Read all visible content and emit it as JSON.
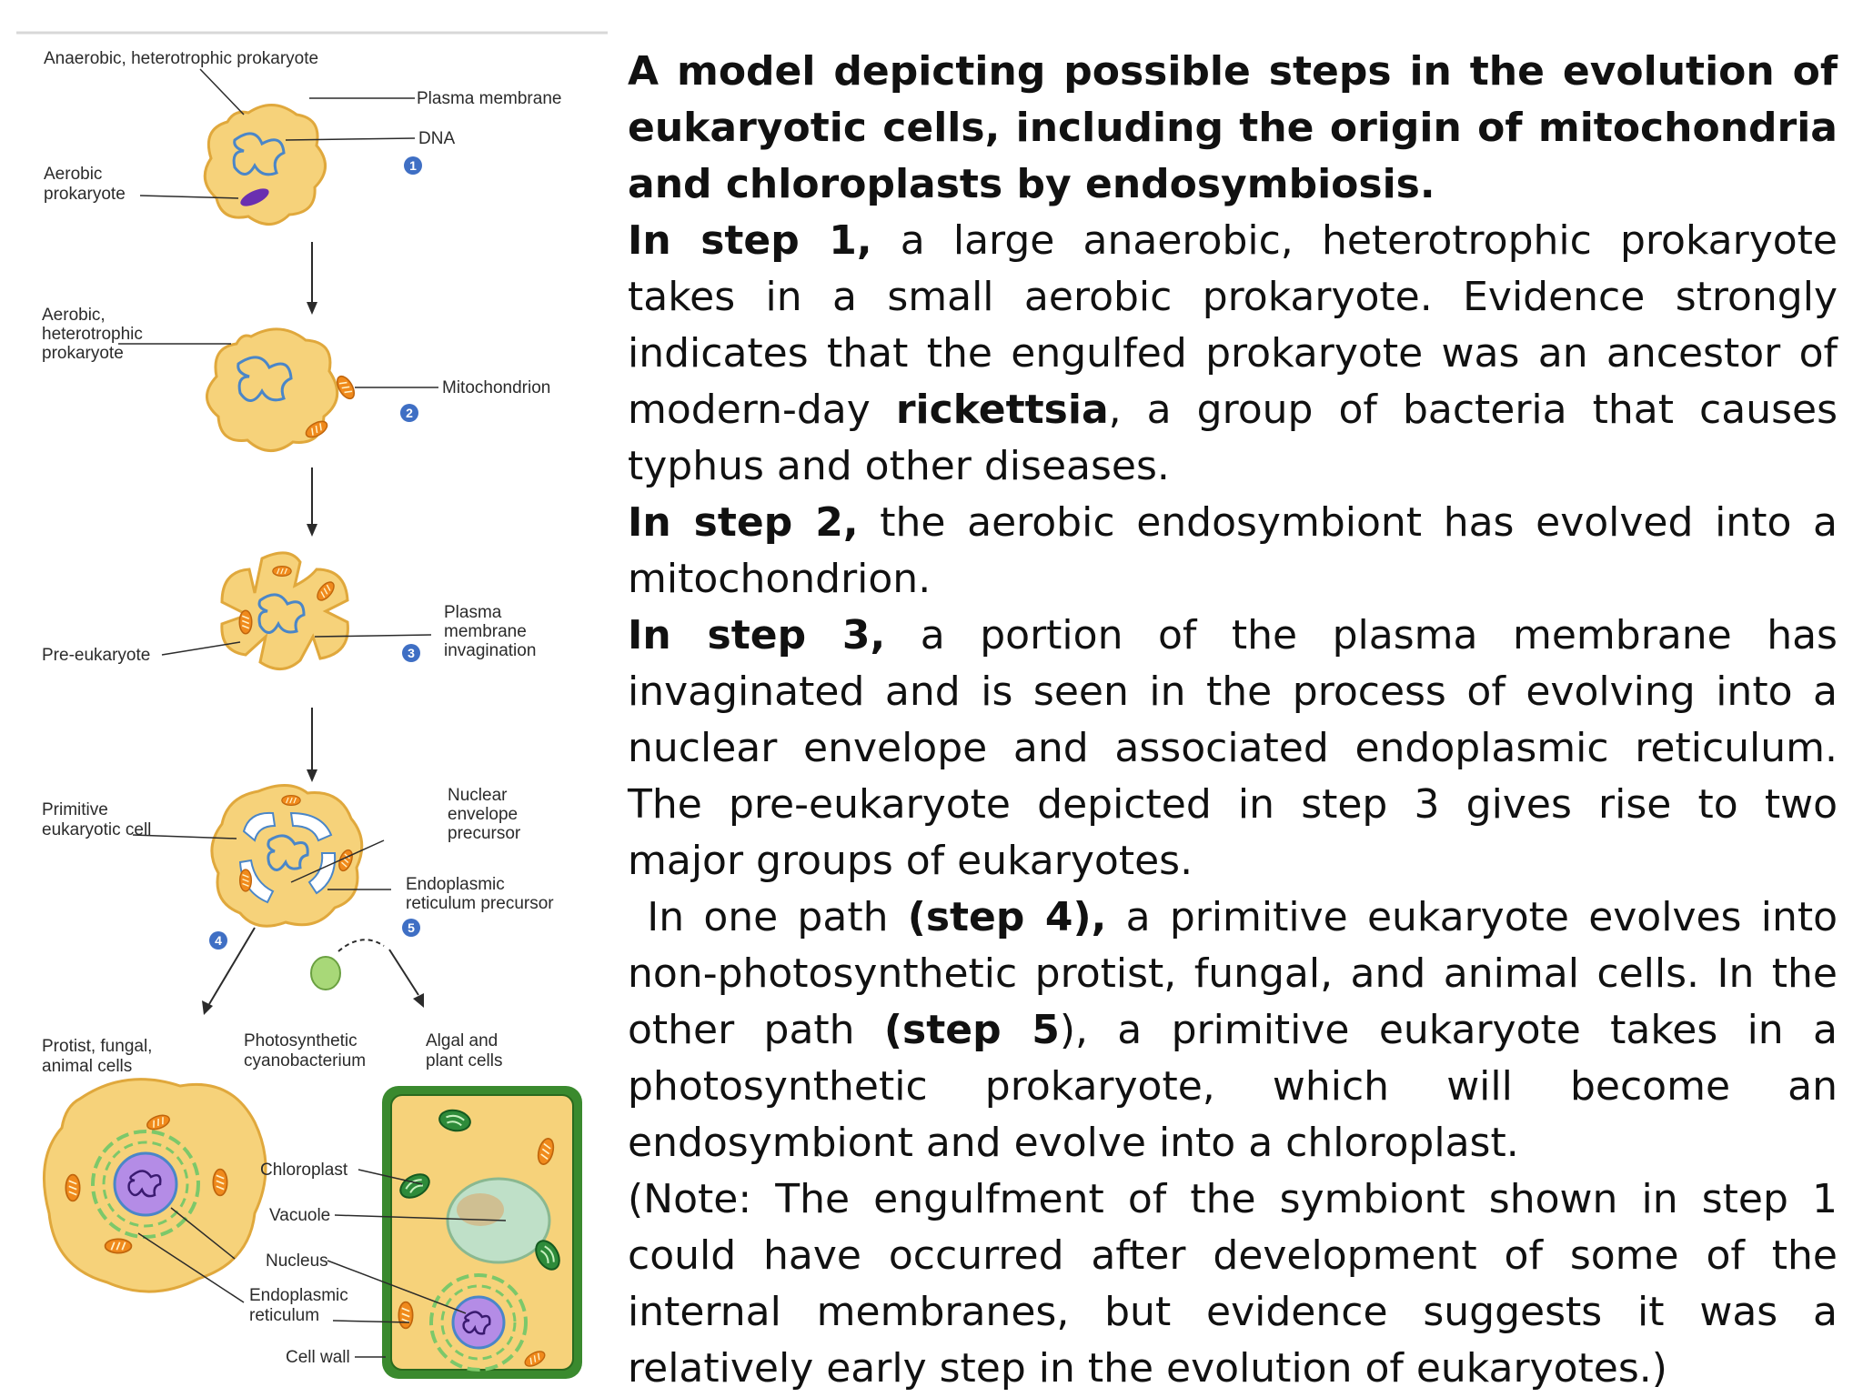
{
  "description": {
    "title": "A model depicting possible steps in the evolution of eukaryotic cells, including the origin of mitochondria and chloroplasts by endosymbiosis.",
    "p1_lead": "In step 1,",
    "p1_a": " a large anaerobic, heterotrophic prokaryote takes in a small aerobic prokaryote. Evidence strongly indicates that the engulfed prokaryote was an ancestor of modern-day ",
    "p1_bold": "rickettsia",
    "p1_b": ", a group of bacteria that causes typhus and other diseases.",
    "p2_lead": "In step 2,",
    "p2_a": " the aerobic endosymbiont has evolved into a mitochondrion.",
    "p3_lead": "In step 3,",
    "p3_a": " a portion of the plasma membrane has invaginated and is seen in the process of evolving into a nuclear envelope and associated endoplasmic reticulum. The pre-eukaryote depicted in step 3 gives rise to two major groups of eukaryotes.",
    "p4_a": " In one path ",
    "p4_bold1": "(step 4),",
    "p4_b": " a primitive eukaryote evolves into non-photosynthetic protist, fungal, and animal cells. In the other path ",
    "p4_bold2": "(step 5",
    "p4_c": "), a primitive eukaryote takes in a photosynthetic prokaryote, which will become an endosymbiont and evolve into a chloroplast.",
    "p5": "(Note: The engulfment of the symbiont shown in step 1 could have occurred after development of some of the internal membranes, but evidence suggests it was a relatively early step in the evolution of eukaryotes.)"
  },
  "figure": {
    "labels": {
      "anaerobic": "Anaerobic, heterotrophic prokaryote",
      "plasma_membrane": "Plasma membrane",
      "dna": "DNA",
      "aerobic_1": "Aerobic",
      "aerobic_2": "prokaryote",
      "aht_1": "Aerobic,",
      "aht_2": "heterotrophic",
      "aht_3": "prokaryote",
      "mitochondrion": "Mitochondrion",
      "pm_inv_1": "Plasma",
      "pm_inv_2": "membrane",
      "pm_inv_3": "invagination",
      "pre_eukaryote": "Pre-eukaryote",
      "primitive_1": "Primitive",
      "primitive_2": "eukaryotic cell",
      "nep_1": "Nuclear",
      "nep_2": "envelope",
      "nep_3": "precursor",
      "erp_1": "Endoplasmic",
      "erp_2": "reticulum precursor",
      "protist_1": "Protist, fungal,",
      "protist_2": "animal cells",
      "photo_1": "Photosynthetic",
      "photo_2": "cyanobacterium",
      "algal_1": "Algal and",
      "algal_2": "plant cells",
      "chloroplast": "Chloroplast",
      "vacuole": "Vacuole",
      "nucleus": "Nucleus",
      "er_1": "Endoplasmic",
      "er_2": "reticulum",
      "cell_wall": "Cell wall"
    },
    "step_numbers": [
      "1",
      "2",
      "3",
      "4",
      "5"
    ],
    "colors": {
      "cytoplasm": "#f6d27a",
      "cell_outline": "#e0a83c",
      "dna": "#4a86c8",
      "mitochondria": "#f08a1c",
      "aerobic_prokaryote": "#6a2fb0",
      "chloroplast": "#2e8b3a",
      "cyanobacterium": "#a8d878",
      "cell_wall": "#3a8a2e",
      "nucleus": "#b48ce6",
      "vacuole": "#bfe0c8",
      "step_badge": "#3f6fc4"
    }
  }
}
